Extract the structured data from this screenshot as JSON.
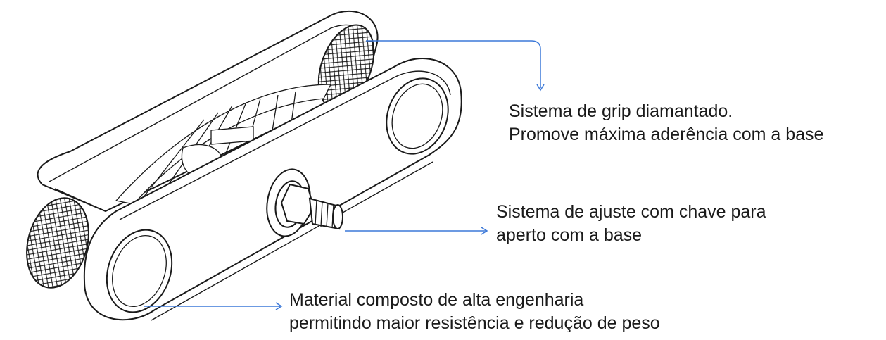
{
  "callouts": [
    {
      "lines": [
        "Sistema de grip diamantado.",
        "Promove máxima aderência com a base"
      ]
    },
    {
      "lines": [
        "Sistema de ajuste com chave para",
        "aperto com a base"
      ]
    },
    {
      "lines": [
        "Material composto de alta engenharia",
        "permitindo maior resistência e redução de peso"
      ]
    }
  ],
  "colors": {
    "leader_line": "#3b78d8",
    "text": "#1a1a1a",
    "outline": "#1a1a1a"
  }
}
